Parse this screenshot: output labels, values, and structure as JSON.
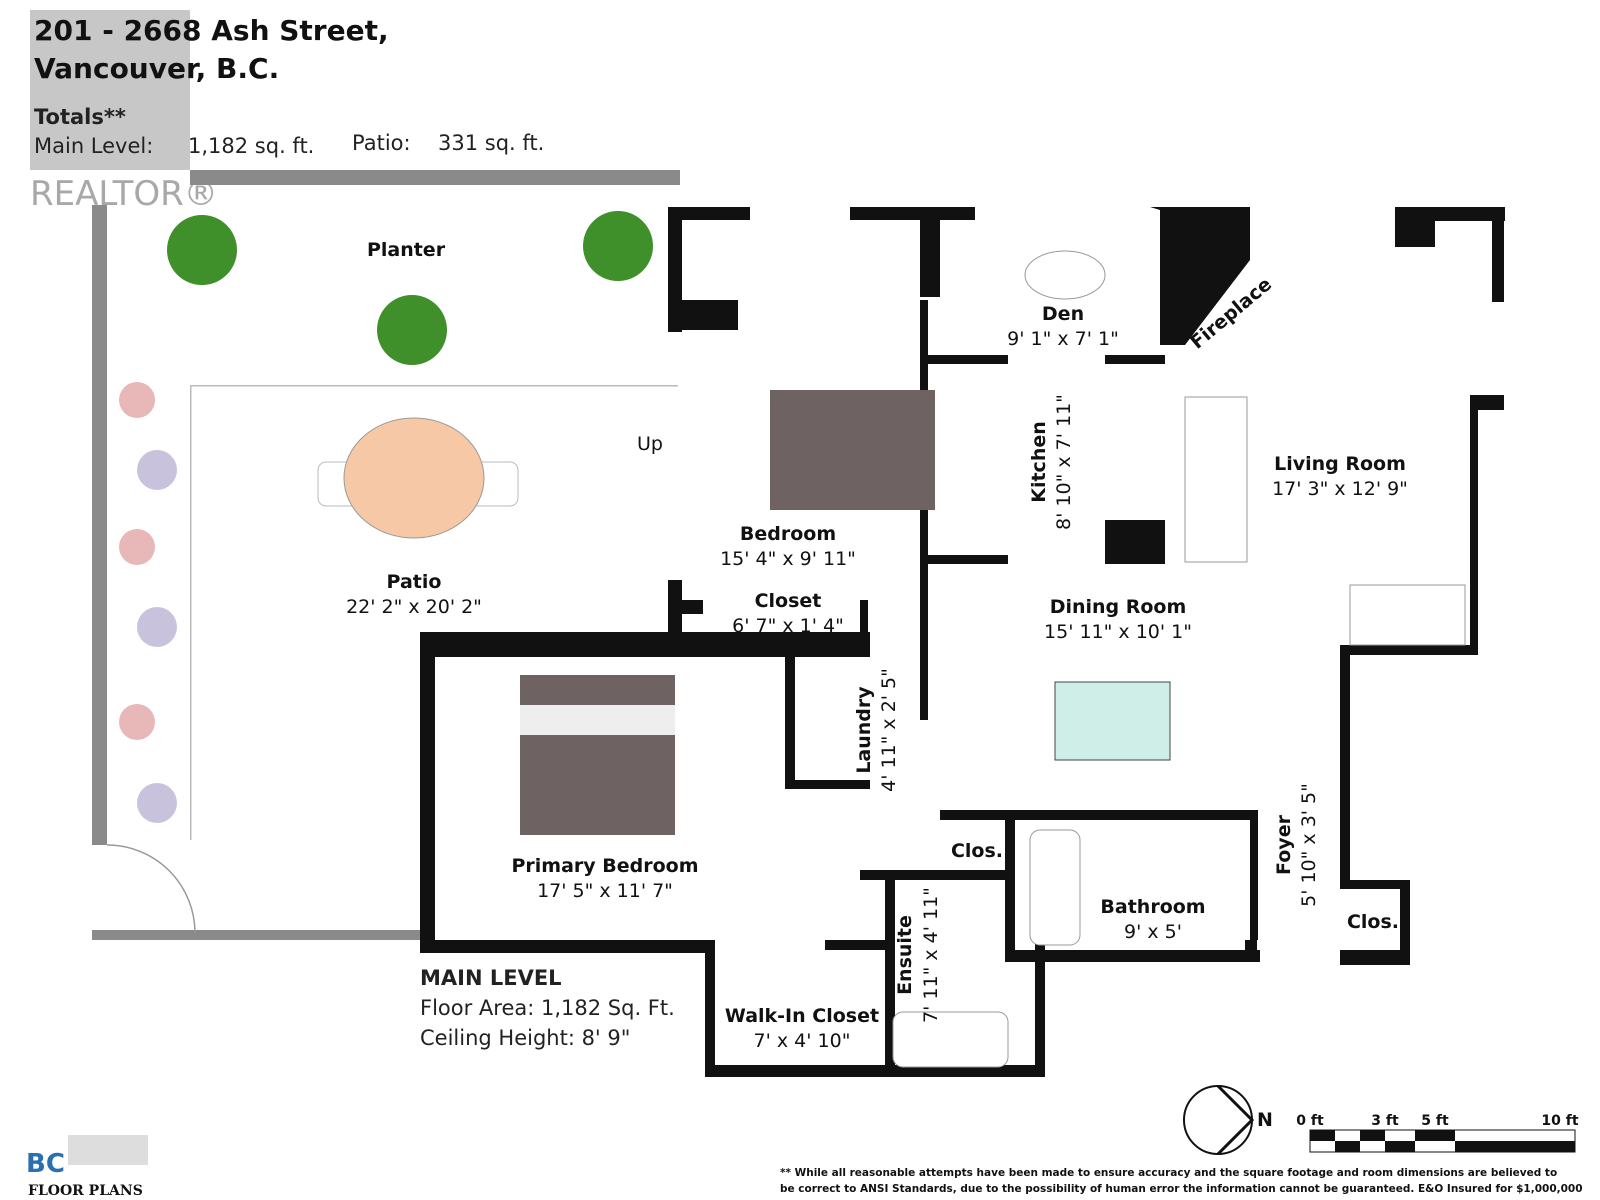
{
  "header": {
    "address_line1": "201 - 2668 Ash Street,",
    "address_line2": "Vancouver, B.C.",
    "totals_label": "Totals**",
    "main_level_label": "Main Level:",
    "main_level_value": "1,182 sq. ft.",
    "patio_label": "Patio:",
    "patio_value": "331 sq. ft."
  },
  "watermark": {
    "text": "REALTOR®"
  },
  "rooms": {
    "planter": {
      "name": "Planter"
    },
    "patio": {
      "name": "Patio",
      "dims": "22' 2\" x 20' 2\""
    },
    "bedroom": {
      "name": "Bedroom",
      "dims": "15' 4\" x 9' 11\""
    },
    "closet": {
      "name": "Closet",
      "dims": "6' 7\" x 1' 4\""
    },
    "den": {
      "name": "Den",
      "dims": "9' 1\" x 7' 1\""
    },
    "kitchen": {
      "name": "Kitchen",
      "dims": "8' 10\" x 7' 11\""
    },
    "fireplace": {
      "name": "Fireplace"
    },
    "living": {
      "name": "Living Room",
      "dims": "17' 3\" x 12' 9\""
    },
    "dining": {
      "name": "Dining Room",
      "dims": "15' 11\" x 10' 1\""
    },
    "laundry": {
      "name": "Laundry",
      "dims": "4' 11\" x 2' 5\""
    },
    "primary": {
      "name": "Primary Bedroom",
      "dims": "17' 5\" x 11' 7\""
    },
    "clos1": {
      "name": "Clos."
    },
    "clos2": {
      "name": "Clos."
    },
    "ensuite": {
      "name": "Ensuite",
      "dims": "7' 11\" x 4' 11\""
    },
    "bathroom": {
      "name": "Bathroom",
      "dims": "9' x 5'"
    },
    "foyer": {
      "name": "Foyer",
      "dims": "5' 10\" x 3' 5\""
    },
    "walkin": {
      "name": "Walk-In Closet",
      "dims": "7' x 4' 10\""
    }
  },
  "stairs": {
    "label": "Up"
  },
  "level_info": {
    "title": "MAIN LEVEL",
    "floor_area": "Floor Area: 1,182 Sq. Ft.",
    "ceiling": "Ceiling Height: 8' 9\""
  },
  "compass": {
    "label": "N"
  },
  "scale": {
    "ticks": [
      "0 ft",
      "3 ft",
      "5 ft",
      "10 ft"
    ]
  },
  "logo": {
    "text_top": "BC",
    "text_bottom": "FLOOR PLANS"
  },
  "disclaimer": {
    "line1": "** While all reasonable attempts have been made to ensure accuracy and the square footage and room dimensions are believed to",
    "line2": "be correct to ANSI Standards, due to the possibility of human error the information cannot be guaranteed. E&O Insured for $1,000,000"
  },
  "colors": {
    "wall": "#111111",
    "patio_wall": "#8a8a8a",
    "plant": "#3f8f2a",
    "table_top": "#f7c8a6",
    "furniture": "#6e6262",
    "glass": "#cfeee8"
  }
}
